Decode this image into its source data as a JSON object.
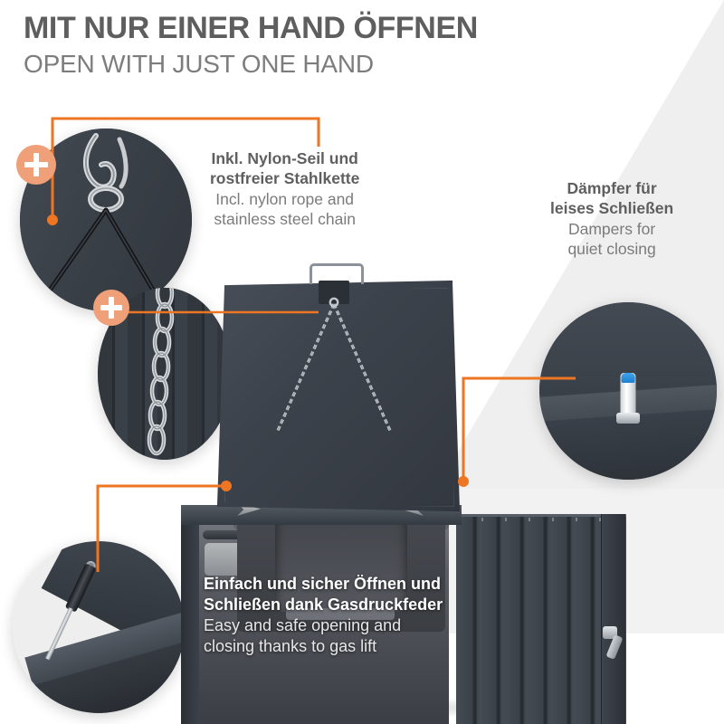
{
  "header": {
    "title_de": "MIT NUR EINER HAND ÖFFNEN",
    "title_en": "OPEN WITH JUST ONE HAND"
  },
  "colors": {
    "accent_orange": "#ee7623",
    "badge_peach": "#f0a079",
    "title_gray": "#5e5e5e",
    "subtitle_gray": "#7d7d7d",
    "body_gray": "#5f5f5f",
    "body_gray_light": "#7b7b7b",
    "product_dark": "#3b4149",
    "damper_blue": "#2f8fdb"
  },
  "callouts": [
    {
      "id": "rope-chain",
      "de_line1": "Inkl. Nylon-Seil und",
      "de_line2": "rostfreier Stahlkette",
      "en_line1": "Incl. nylon rope and",
      "en_line2": "stainless steel chain"
    },
    {
      "id": "damper",
      "de_line1": "Dämpfer für",
      "de_line2": "leises Schließen",
      "en_line1": "Dampers for",
      "en_line2": "quiet closing"
    },
    {
      "id": "gas-lift",
      "de_line1": "Einfach und sicher Öffnen und",
      "de_line2": "Schließen dank Gasdruckfeder",
      "en_line1": "Easy and safe opening and",
      "en_line2": "closing thanks to gas lift"
    }
  ],
  "insets": [
    {
      "id": "rope",
      "icon": "carabiner-rope-detail"
    },
    {
      "id": "chain",
      "icon": "steel-chain-detail"
    },
    {
      "id": "damper",
      "icon": "damper-pin-detail"
    },
    {
      "id": "gas",
      "icon": "gas-spring-detail"
    }
  ],
  "badges": [
    {
      "id": "rope-plus",
      "symbol": "+"
    },
    {
      "id": "chain-plus",
      "symbol": "+"
    }
  ],
  "product": {
    "name": "metal-wheelie-bin-storage-box",
    "parts": [
      "open-lid",
      "lid-handle",
      "retaining-chains",
      "wheelie-bin",
      "cabinet-body",
      "ribbed-side-wall",
      "door-lock"
    ]
  }
}
